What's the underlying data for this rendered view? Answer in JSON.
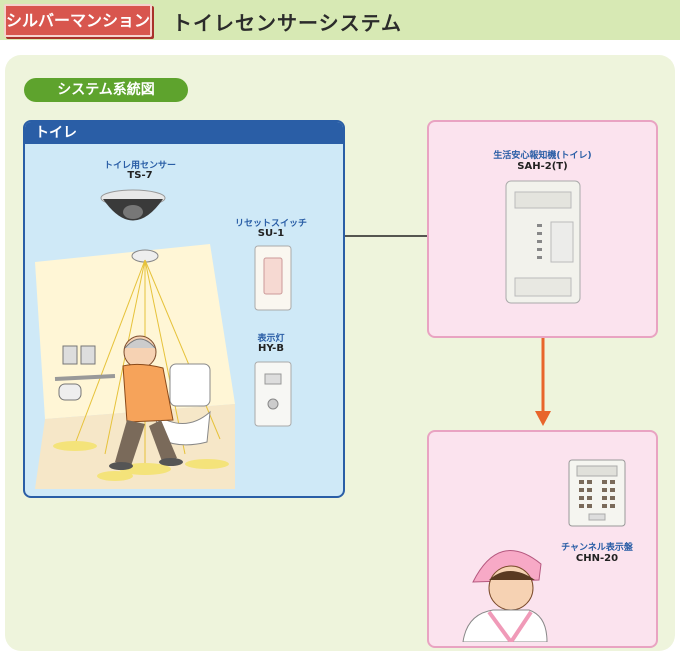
{
  "header": {
    "series_badge": "シルバーマンション",
    "title": "トイレセンサーシステム"
  },
  "section_label": "システム系統図",
  "toilet_box": {
    "title": "トイレ",
    "sensor": {
      "label": "トイレ用センサー",
      "model": "TS-7"
    },
    "reset_switch": {
      "label": "リセットスイッチ",
      "model": "SU-1"
    },
    "indicator_lamp": {
      "label": "表示灯",
      "model": "HY-B"
    }
  },
  "alarm_unit": {
    "label": "生活安心報知機(トイレ)",
    "model": "SAH-2(T)"
  },
  "channel_panel": {
    "label": "チャンネル表示盤",
    "model": "CHN-20"
  },
  "colors": {
    "header_bar": "#d7e9b4",
    "badge": "#d8564e",
    "panel_bg": "#eef4dc",
    "section_pill": "#5ea32d",
    "toilet_border": "#2a5ea6",
    "toilet_bg": "#cfe9f7",
    "pink_box_bg": "#fbe3ee",
    "pink_box_border": "#e9a3c2",
    "arrow": "#e8652c"
  }
}
